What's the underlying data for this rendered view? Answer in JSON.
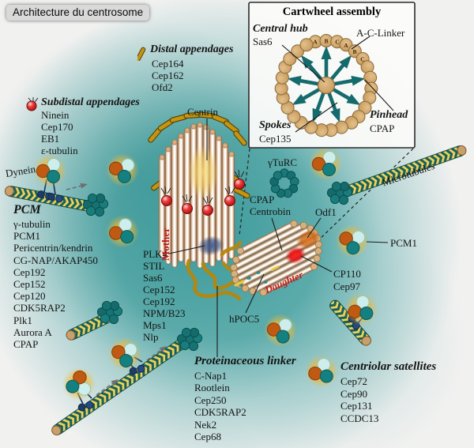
{
  "title": "Architecture du centrosome",
  "inset": {
    "title": "Cartwheel assembly",
    "central_hub": {
      "name": "Central hub",
      "protein": "Sas6"
    },
    "ac_linker": "A-C-Linker",
    "spokes": {
      "name": "Spokes",
      "protein": "Cep135"
    },
    "pinhead": {
      "name": "Pinhead",
      "protein": "CPAP"
    },
    "triplet_letters": [
      "A",
      "B",
      "C"
    ]
  },
  "groups": {
    "distal": {
      "heading": "Distal appendages",
      "items": [
        "Cep164",
        "Cep162",
        "Ofd2"
      ]
    },
    "subdistal": {
      "heading": "Subdistal appendages",
      "items": [
        "Ninein",
        "Cep170",
        "EB1",
        "ε-tubulin"
      ]
    },
    "pcm": {
      "heading": "PCM",
      "items": [
        "γ-tubulin",
        "PCM1",
        "Pericentrin/kendrin",
        "CG-NAP/AKAP450",
        "Cep192",
        "Cep152",
        "Cep120",
        "CDK5RAP2",
        "Plk1",
        "Aurora A",
        "CPAP"
      ]
    },
    "duplication": {
      "items": [
        "PLK4",
        "STIL",
        "Sas6",
        "Cep152",
        "Cep192",
        "NPM/B23",
        "Mps1",
        "Nlp"
      ]
    },
    "linker": {
      "heading": "Proteinaceous linker",
      "items": [
        "C-Nap1",
        "Rootlein",
        "Cep250",
        "CDK5RAP2",
        "Nek2",
        "Cep68"
      ]
    },
    "satellites": {
      "heading": "Centriolar satellites",
      "items": [
        "Cep72",
        "Cep90",
        "Cep131",
        "CCDC13"
      ]
    }
  },
  "callouts": {
    "centrin": "Centrin",
    "dynein": "Dynein",
    "gturc": "γTuRC",
    "cpap": "CPAP",
    "centrobin": "Centrobin",
    "odf1": "Odf1",
    "microtubules": "Microtubules",
    "pcm1": "PCM1",
    "cp110": "CP110",
    "cep97": "Cep97",
    "hpoc5": "hPOC5",
    "mother": "Mother",
    "daughter": "Daughter"
  },
  "colors": {
    "background_teal": "#3e9d9d",
    "background_edge": "#f1f1f0",
    "microtubule_yellow": "#f0d25c",
    "microtubule_teal": "#17605a",
    "appendage_gold": "#c6940e",
    "red_accent": "#d42020",
    "mother_daughter_text": "#c01a1a",
    "satellite_orange": "#c05a12",
    "satellite_teal": "#148080",
    "satellite_pale_cyan": "#cdeeea",
    "satellite_glow": "#f5b82e",
    "cartwheel_tan": "#d0a468",
    "spoke_teal": "#156a6c",
    "linker_gold": "#b8860b",
    "dynein_navy": "#1d3a66"
  }
}
